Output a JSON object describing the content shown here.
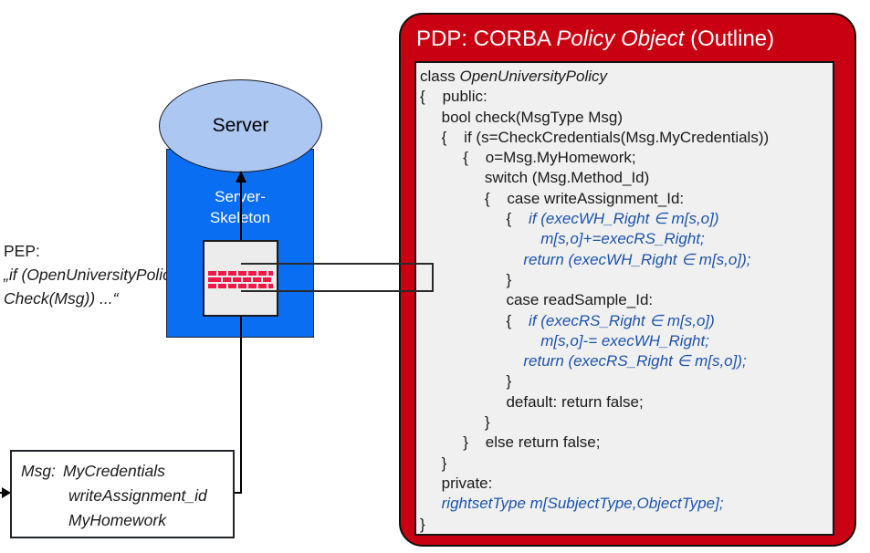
{
  "colors": {
    "pdp_red": "#c80011",
    "skeleton_blue": "#0a6ef2",
    "ellipse_blue": "#abc7f2",
    "code_blue": "#1d53ab",
    "brick_red": "#ee1944",
    "panel_gray": "#f0f0f0"
  },
  "server": {
    "label": "Server",
    "skeleton_line1": "Server-",
    "skeleton_line2": "Skeleton"
  },
  "pep": {
    "title": "PEP:",
    "line1": "„if (OpenUniversityPolicy.",
    "line2": "Check(Msg)) ...“"
  },
  "msg_box": {
    "label": "Msg:",
    "items": [
      "MyCredentials",
      "writeAssignment_id",
      "MyHomework"
    ]
  },
  "pdp": {
    "title_prefix": "PDP: CORBA ",
    "title_italic": "Policy Object",
    "title_suffix": " (Outline)",
    "code_lines": [
      [
        {
          "t": "class ",
          "s": "n"
        },
        {
          "t": "OpenUniversityPolicy",
          "s": "i"
        }
      ],
      [
        {
          "t": "{    public:",
          "s": "n"
        }
      ],
      [
        {
          "t": "     bool check(MsgType Msg)",
          "s": "n"
        }
      ],
      [
        {
          "t": "     {    if (s=CheckCredentials(Msg.MyCredentials))",
          "s": "n"
        }
      ],
      [
        {
          "t": "          {    o=Msg.MyHomework;",
          "s": "n"
        }
      ],
      [
        {
          "t": "               switch (Msg.Method_Id)",
          "s": "n"
        }
      ],
      [
        {
          "t": "               {    case writeAssignment_Id:",
          "s": "n"
        }
      ],
      [
        {
          "t": "                    {    ",
          "s": "n"
        },
        {
          "t": "if (execWH_Right ∈ m[s,o])",
          "s": "b"
        }
      ],
      [
        {
          "t": "                            ",
          "s": "n"
        },
        {
          "t": "m[s,o]+=execRS_Right;",
          "s": "b"
        }
      ],
      [
        {
          "t": "                        ",
          "s": "n"
        },
        {
          "t": "return (execWH_Right ∈ m[s,o]);",
          "s": "b"
        }
      ],
      [
        {
          "t": "                    }",
          "s": "n"
        }
      ],
      [
        {
          "t": "                    case readSample_Id:",
          "s": "n"
        }
      ],
      [
        {
          "t": "                    {    ",
          "s": "n"
        },
        {
          "t": "if (execRS_Right ∈ m[s,o])",
          "s": "b"
        }
      ],
      [
        {
          "t": "                            ",
          "s": "n"
        },
        {
          "t": "m[s,o]-= execWH_Right;",
          "s": "b"
        }
      ],
      [
        {
          "t": "                        ",
          "s": "n"
        },
        {
          "t": "return (execRS_Right ∈ m[s,o]);",
          "s": "b"
        }
      ],
      [
        {
          "t": "                    }",
          "s": "n"
        }
      ],
      [
        {
          "t": "                    default: return false;",
          "s": "n"
        }
      ],
      [
        {
          "t": "               }",
          "s": "n"
        }
      ],
      [
        {
          "t": "          }    else return false;",
          "s": "n"
        }
      ],
      [
        {
          "t": "     }",
          "s": "n"
        }
      ],
      [
        {
          "t": "     private:",
          "s": "n"
        }
      ],
      [
        {
          "t": "     ",
          "s": "n"
        },
        {
          "t": "rightsetType m[SubjectType,ObjectType];",
          "s": "b"
        }
      ],
      [
        {
          "t": "}",
          "s": "n"
        }
      ]
    ]
  }
}
